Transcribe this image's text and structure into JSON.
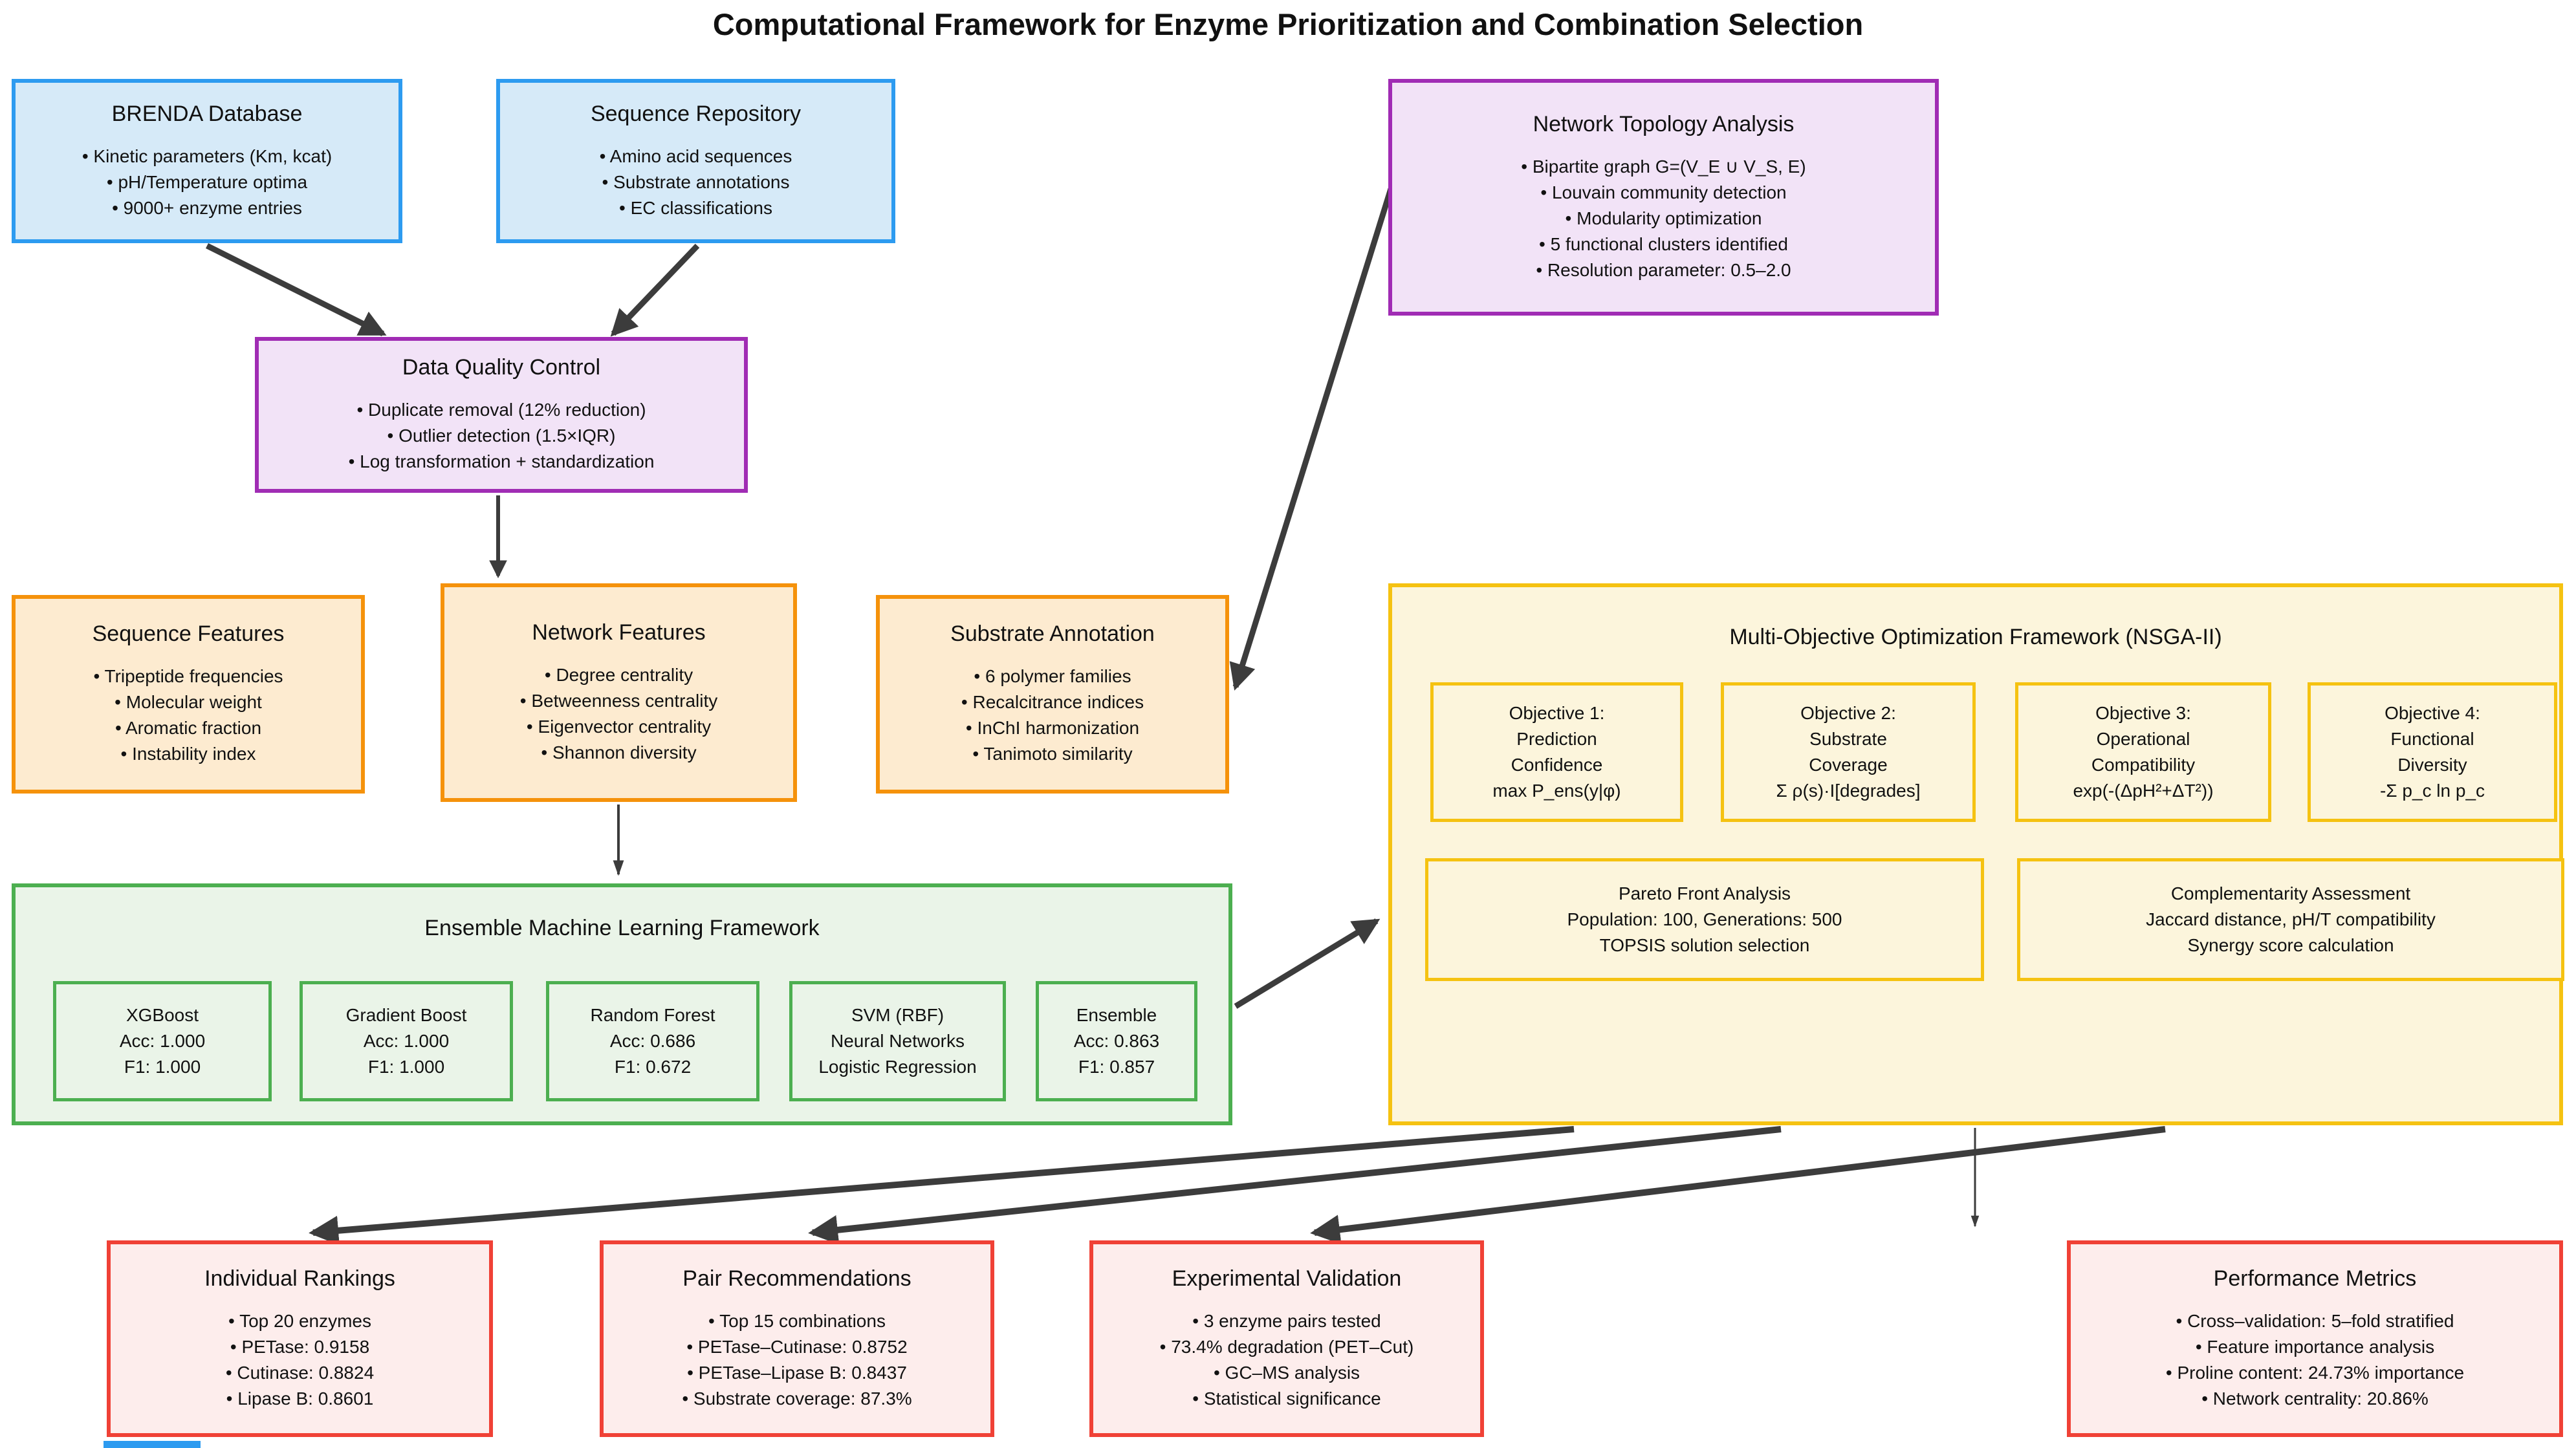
{
  "title": "Computational Framework for Enzyme Prioritization and Combination Selection",
  "palette": {
    "blue": "#2D9BF0",
    "purple": "#A02CB4",
    "orange": "#F5920B",
    "gold": "#F5C211",
    "green": "#4CAF50",
    "red": "#F04136",
    "arrow": "#3C3C3C"
  },
  "boxes": {
    "brenda": {
      "title": "BRENDA Database",
      "items": [
        "• Kinetic parameters (Km, kcat)",
        "• pH/Temperature optima",
        "• 9000+ enzyme entries"
      ]
    },
    "seq_repo": {
      "title": "Sequence Repository",
      "items": [
        "• Amino acid sequences",
        "• Substrate annotations",
        "• EC classifications"
      ]
    },
    "net_topo": {
      "title": "Network Topology Analysis",
      "items": [
        "• Bipartite graph G=(V_E ∪ V_S, E)",
        "• Louvain community detection",
        "• Modularity optimization",
        "• 5 functional clusters identified",
        "• Resolution parameter: 0.5–2.0"
      ]
    },
    "dqc": {
      "title": "Data Quality Control",
      "items": [
        "• Duplicate removal (12% reduction)",
        "• Outlier detection (1.5×IQR)",
        "• Log transformation + standardization"
      ]
    },
    "seq_feat": {
      "title": "Sequence Features",
      "items": [
        "• Tripeptide frequencies",
        "• Molecular weight",
        "• Aromatic fraction",
        "• Instability index"
      ]
    },
    "net_feat": {
      "title": "Network Features",
      "items": [
        "• Degree centrality",
        "• Betweenness centrality",
        "• Eigenvector centrality",
        "• Shannon diversity"
      ]
    },
    "sub_anno": {
      "title": "Substrate Annotation",
      "items": [
        "• 6 polymer families",
        "• Recalcitrance indices",
        "• InChI harmonization",
        "• Tanimoto similarity"
      ]
    },
    "moo": {
      "title": "Multi-Objective Optimization Framework (NSGA-II)",
      "objectives": [
        {
          "lines": [
            "Objective 1:",
            "Prediction",
            "Confidence",
            "max P_ens(y|φ)"
          ]
        },
        {
          "lines": [
            "Objective 2:",
            "Substrate",
            "Coverage",
            "Σ ρ(s)·I[degrades]"
          ]
        },
        {
          "lines": [
            "Objective 3:",
            "Operational",
            "Compatibility",
            "exp(-(ΔpH²+ΔT²))"
          ]
        },
        {
          "lines": [
            "Objective 4:",
            "Functional",
            "Diversity",
            "-Σ p_c ln p_c"
          ]
        }
      ],
      "pareto": {
        "lines": [
          "Pareto Front Analysis",
          "Population: 100, Generations: 500",
          "TOPSIS solution selection"
        ]
      },
      "complementarity": {
        "lines": [
          "Complementarity Assessment",
          "Jaccard distance, pH/T compatibility",
          "Synergy score calculation"
        ]
      }
    },
    "eml": {
      "title": "Ensemble Machine Learning Framework",
      "models": [
        {
          "lines": [
            "XGBoost",
            "Acc: 1.000",
            "F1: 1.000"
          ]
        },
        {
          "lines": [
            "Gradient Boost",
            "Acc: 1.000",
            "F1: 1.000"
          ]
        },
        {
          "lines": [
            "Random Forest",
            "Acc: 0.686",
            "F1: 0.672"
          ]
        },
        {
          "lines": [
            "SVM (RBF)",
            "Neural Networks",
            "Logistic Regression"
          ]
        },
        {
          "lines": [
            "Ensemble",
            "Acc: 0.863",
            "F1: 0.857"
          ]
        }
      ]
    },
    "indiv": {
      "title": "Individual Rankings",
      "items": [
        "• Top 20 enzymes",
        "• PETase: 0.9158",
        "• Cutinase: 0.8824",
        "• Lipase B: 0.8601"
      ]
    },
    "pair": {
      "title": "Pair Recommendations",
      "items": [
        "• Top 15 combinations",
        "• PETase–Cutinase: 0.8752",
        "• PETase–Lipase B: 0.8437",
        "• Substrate coverage: 87.3%"
      ]
    },
    "exp_val": {
      "title": "Experimental Validation",
      "items": [
        "• 3 enzyme pairs tested",
        "• 73.4% degradation (PET–Cut)",
        "• GC–MS analysis",
        "• Statistical significance"
      ]
    },
    "perf": {
      "title": "Performance Metrics",
      "items": [
        "• Cross–validation: 5–fold stratified",
        "• Feature importance analysis",
        "• Proline content: 24.73% importance",
        "• Network centrality: 20.86%"
      ]
    }
  }
}
